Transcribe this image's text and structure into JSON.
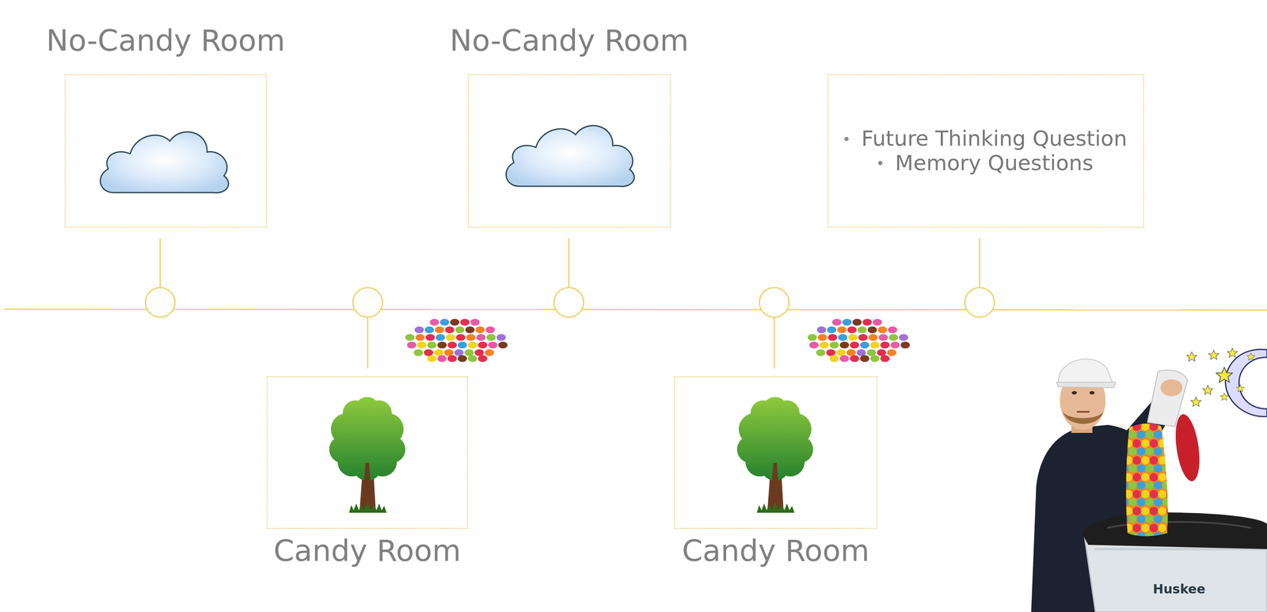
{
  "diagram": {
    "nodes": [
      {
        "text": [
          "No-Candy Room"
        ]
      },
      {
        "text": [
          "Candy Room"
        ]
      },
      {
        "text": [
          "No-Candy Room"
        ]
      },
      {
        "text": [
          "Candy Room"
        ]
      },
      {
        "text": [
          "Future Thinking Question",
          "Memory Questions"
        ]
      }
    ],
    "labels": [
      "Huskee"
    ]
  }
}
